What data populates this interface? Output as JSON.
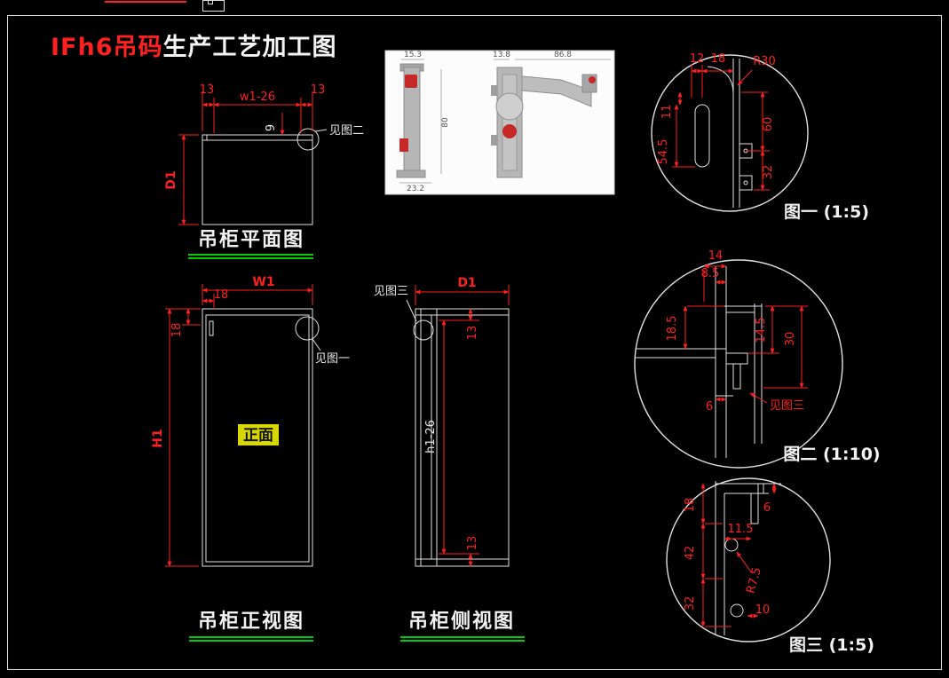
{
  "colors": {
    "background": "#000000",
    "drawing_line": "#e0e0e0",
    "dimension_red": "#ff2020",
    "underline_green": "#00cc00",
    "title_red": "#ff2020",
    "face_highlight": "#d8d800"
  },
  "title": {
    "brand": "IFh6吊码",
    "rest": "生产工艺加工图"
  },
  "plan": {
    "label": "吊柜平面图",
    "note": "见图二",
    "dim_left": "13",
    "dim_width": "w1-26",
    "dim_right": "13",
    "dim_edge": "9",
    "dim_depth": "D1"
  },
  "front": {
    "label": "吊柜正视图",
    "note": "见图一",
    "face": "正面",
    "dim_top_offset": "18",
    "dim_width": "W1",
    "dim_side_offset": "18",
    "dim_height": "H1"
  },
  "side": {
    "label": "吊柜侧视图",
    "note": "见图三",
    "dim_depth": "D1",
    "dim_top": "13",
    "dim_height": "h1-26",
    "dim_bottom": "13"
  },
  "detail1": {
    "label": "图一 (1:5)",
    "dim_12": "12",
    "dim_18": "18",
    "dim_r30": "R30",
    "dim_11": "11",
    "dim_545": "54.5",
    "dim_60": "60",
    "dim_32": "32"
  },
  "detail2": {
    "label": "图二 (1:10)",
    "note": "见图三",
    "dim_14": "14",
    "dim_85": "8.5",
    "dim_185": "18.5",
    "dim_145": "14.5",
    "dim_30": "30",
    "dim_6": "6"
  },
  "detail3": {
    "label": "图三 (1:5)",
    "dim_18": "18",
    "dim_6": "6",
    "dim_115": "11.5",
    "dim_42": "42",
    "dim_32": "32",
    "dim_r75": "R7.5",
    "dim_10": "10"
  },
  "photos": {
    "dim_width_top": "15.3",
    "dim_height": "80",
    "dim_depth": "23.2",
    "dim_thickness": "13.8",
    "dim_length": "86.8"
  }
}
